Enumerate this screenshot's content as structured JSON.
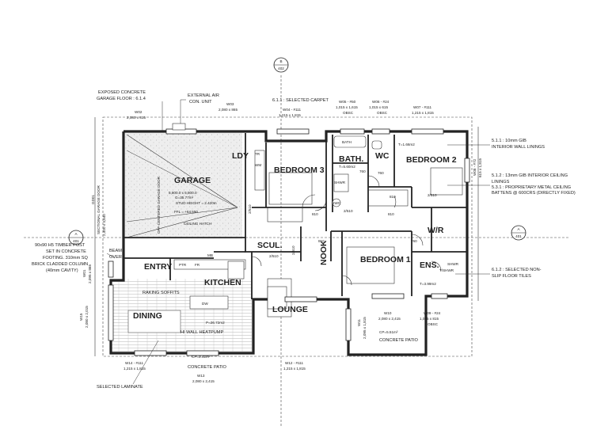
{
  "section_marker": {
    "letter": "B",
    "sheet": "402"
  },
  "grid_markers": {
    "left": {
      "letter": "A",
      "sheet": "401"
    },
    "right": {
      "letter": "A",
      "sheet": "401"
    }
  },
  "rooms": {
    "garage": "GARAGE",
    "garage_dims": "5,800.0 x 5,800.0",
    "garage_area": "G=35.77m²",
    "garage_stud": "STUD HEIGHT = 2.420m",
    "garage_ffl": "FFL = +64.550",
    "garage_door_note": "OFF-CENTERED GARAGE DOOR",
    "ceiling_hatch": "CEILING HATCH",
    "ldy": "LDY",
    "bedroom3": "BEDROOM 3",
    "bath": "BATH.",
    "bath_area": "T=5.60m2",
    "wc": "WC",
    "wc_area": "T=1.66m2",
    "bedroom2": "BEDROOM 2",
    "scul": "SCUL.",
    "nook": "NOOK",
    "bedroom1": "BEDROOM 1",
    "wr": "W/R",
    "ens": "ENS.",
    "ens_area": "T=3.99m2",
    "entry": "ENTRY",
    "kitchen": "KITCHEN",
    "dining": "DINING",
    "lounge": "LOUNGE",
    "living_area": "P=26.72m2",
    "raking_soffits": "RAKING SOFFITS",
    "heatpump": "HI WALL HEATPUMP",
    "concrete_patio": "CONCRETE PATIO",
    "patio_area": "CP=2.42m²",
    "concrete_patio_2": "CONCRETE PATIO",
    "patio2_area": "CP=5.51m²"
  },
  "annotations": {
    "exposed_concrete": "EXPOSED CONCRETE",
    "garage_floor": "GARAGE FLOOR : 6.1.4",
    "external_air": "EXTERNAL AIR",
    "con_unit": "CON. UNIT",
    "selected_carpet": "6.1.1 : SELECTED CARPET",
    "gib_walls_1": "5.1.1 : 10mm GIB",
    "gib_walls_2": "INTERIOR WALL LININGS",
    "gib_ceiling_1": "5.1.2 : 13mm GIB INTERIOR CEILING",
    "gib_ceiling_2": "LININGS",
    "battens_1": "5.3.1 : PROPRIETARY METAL CEILING",
    "battens_2": "BATTENS @ 600CRS (DIRECTLY FIXED)",
    "tiles_1": "6.1.2 : SELECTED NON-",
    "tiles_2": "SLIP FLOOR TILES",
    "post_1": "90x90 H5 TIMBER POST",
    "post_2": "SET IN CONCRETE",
    "post_3": "FOOTING. 310mm SQ",
    "post_4": "BRICK CLADDED COLUMN",
    "post_5": "(40mm CAVITY)",
    "beam": "BEAM",
    "over": "OVER",
    "laminate": "SELECTED LAMINATE",
    "sectional_door": "SECTIONAL GARAGE DOOR",
    "garage_door_size": "2,400 x 4,840",
    "garage_door_id": "GD01"
  },
  "windows": {
    "w02_id": "W02",
    "w02_size": "2,080 x 815",
    "w03_id": "W03",
    "w03_size": "2,080 x 865",
    "w04_id": "W04 - #111",
    "w04_size": "1,215 x 1,815",
    "w05_id": "W05 - #50",
    "w05_size": "1,015 x 1,615",
    "w05_note": "OBSC",
    "w06_id": "W06 - #24",
    "w06_size": "1,015 x 615",
    "w06_note": "OBSC",
    "w07_id": "W07 - #111",
    "w07_size": "1,215 x 1,815",
    "w08_id": "W08 - #72",
    "w08_size": "615 x 1,815",
    "w01_id": "W01",
    "w01_size": "2,095 x 865",
    "w15_id": "W15",
    "w15_size": "2,080 x 2,015",
    "w14_id": "W14 - #111",
    "w14_size": "1,215 x 1,815",
    "w13_id": "W13",
    "w13_size": "2,080 x 2,415",
    "w12_id": "W12 - #111",
    "w12_size": "1,215 x 1,815",
    "w10_id": "W10",
    "w10_size": "2,080 x 2,415",
    "w09_id": "W09 - #24",
    "w09_size": "1,015 x 815",
    "w09_note": "OBSC",
    "w11_id": "W11",
    "w11_size": "2,095 x 1,815"
  },
  "dimensions": {
    "d810a": "810",
    "d810b": "810",
    "d810c": "810",
    "d810d": "810",
    "d760a": "760",
    "d760b": "760",
    "d760c": "760",
    "d2510a": "2/510",
    "d2510b": "2/510",
    "d2510c": "2/510",
    "d2610": "2/610",
    "d2510d": "2/510"
  },
  "fixtures": {
    "bath": "BATH",
    "shwr": "SHWR",
    "hwc": "HWC",
    "tr": "TR",
    "wm": "WM",
    "dw": "DW",
    "fr": "FR",
    "mb": "MB",
    "ptr": "PTR",
    "ens_shwr": "SHWR",
    "ens_twr": "T/SHWR"
  }
}
